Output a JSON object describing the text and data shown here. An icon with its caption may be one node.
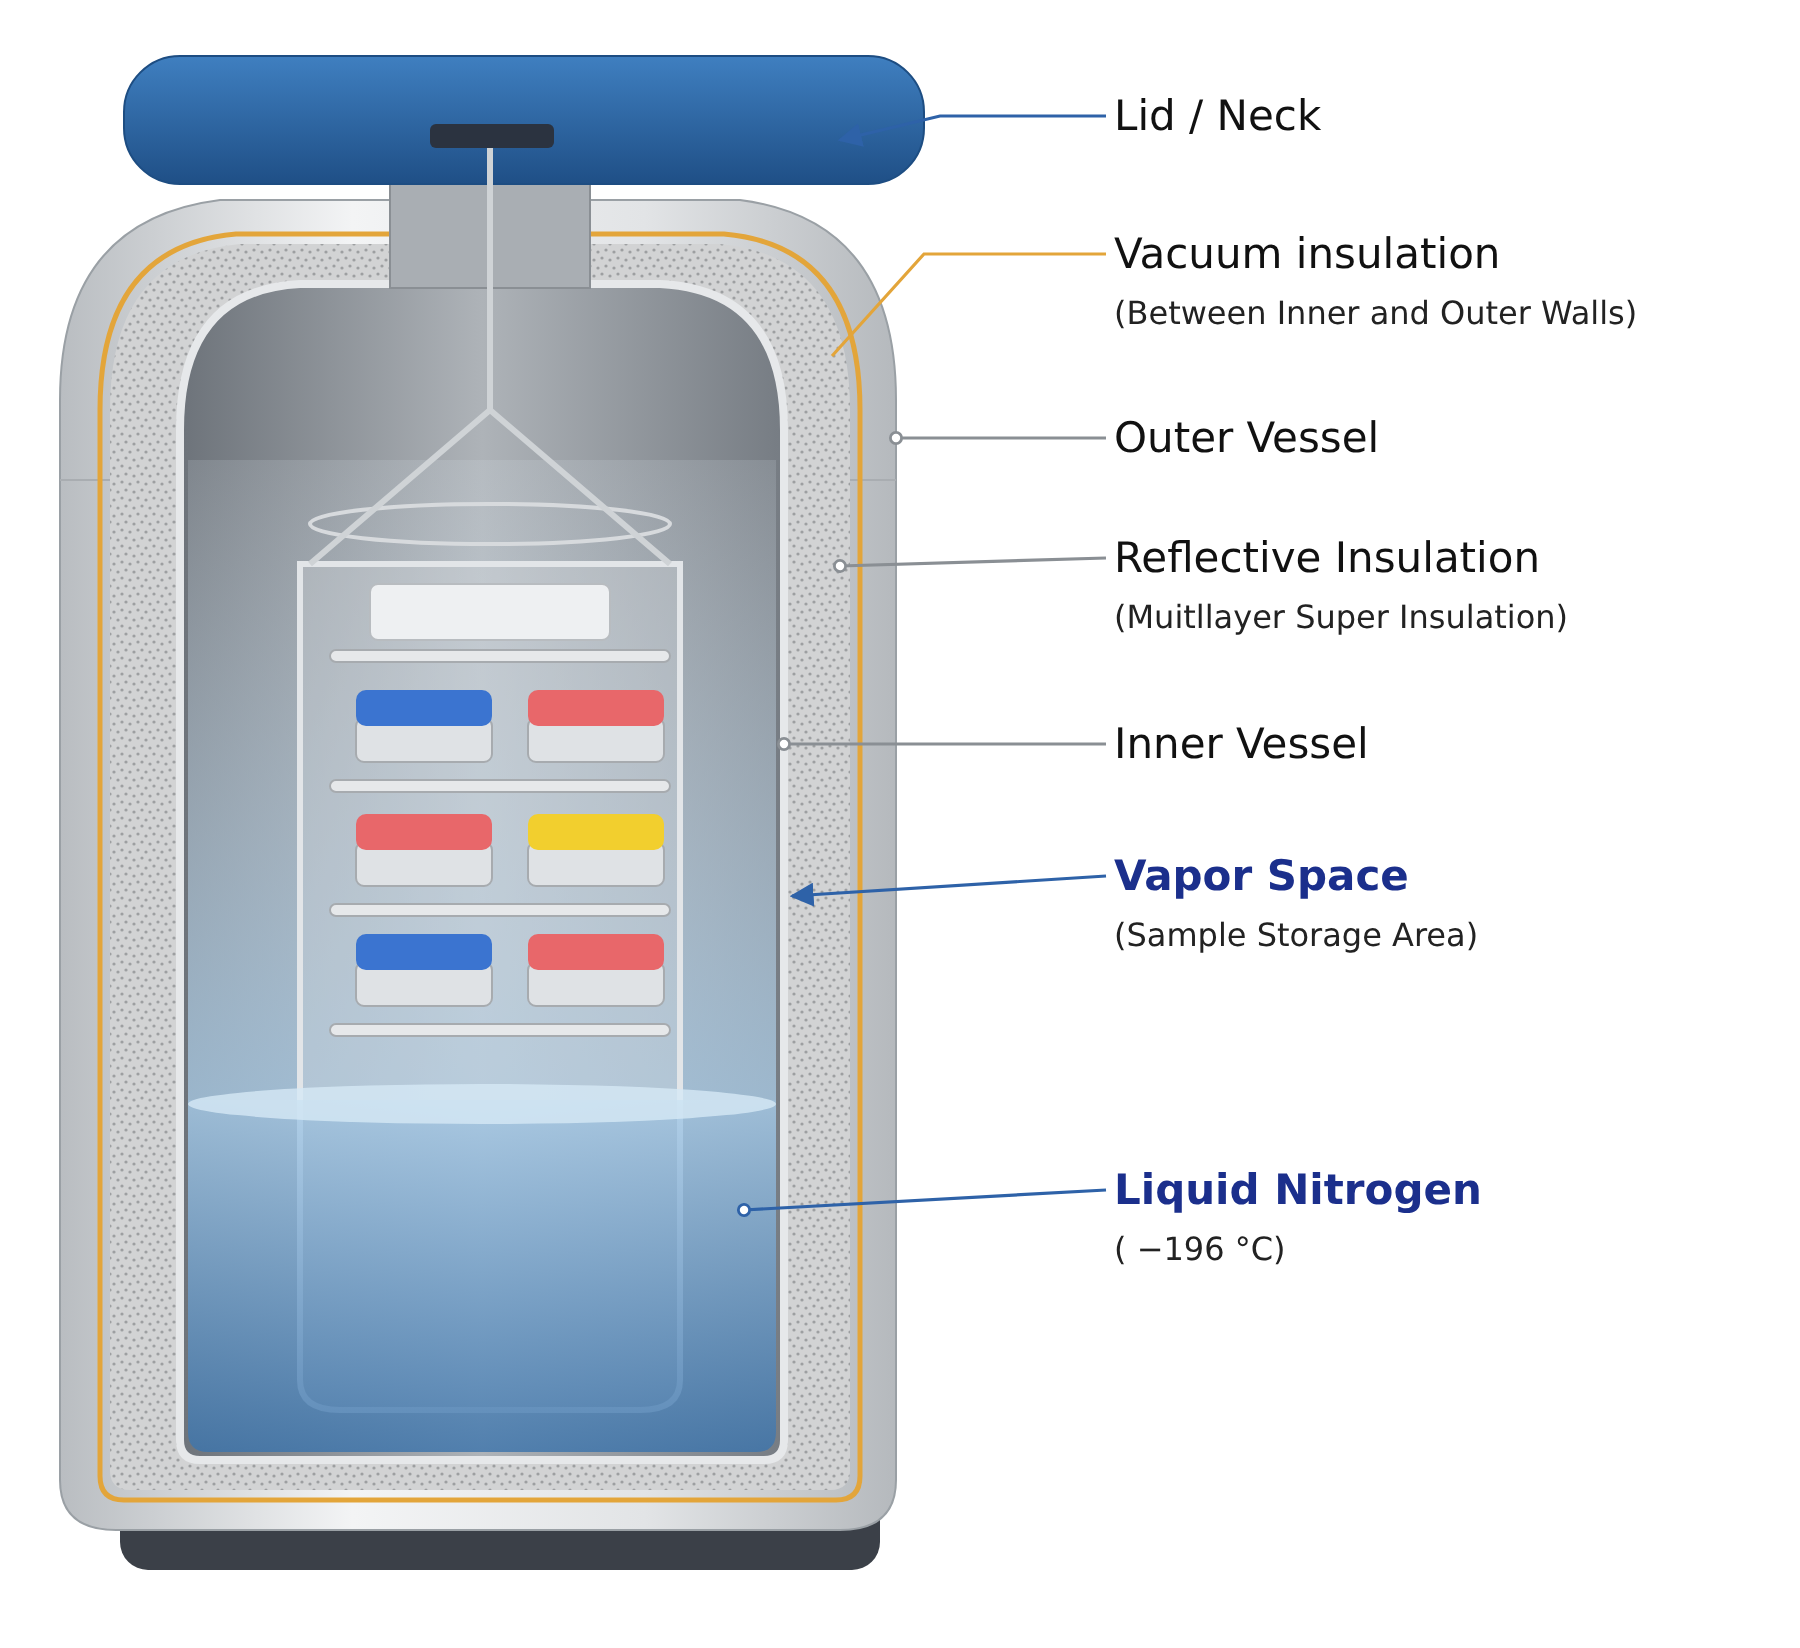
{
  "diagram": {
    "nodes": [
      {
        "text": [
          "Lid / Neck"
        ]
      },
      {
        "text": [
          "Vacuum insulation",
          "(Between Inner and Outer Walls)"
        ]
      },
      {
        "text": [
          "Outer Vessel"
        ]
      },
      {
        "text": [
          "Reflective Insulation",
          "(Muitllayer Super Insulation)"
        ]
      },
      {
        "text": [
          "Inner Vessel"
        ]
      },
      {
        "text": [
          "Vapor Space",
          "(Sample Storage Area)"
        ]
      },
      {
        "text": [
          "Liquid Nitrogen",
          "( −196 °C)"
        ]
      },
      {
        "text": [],
        "shape": "picture"
      },
      {
        "text": [],
        "shape": "picture",
        "in": 9
      },
      {
        "text": [],
        "shape": "picture"
      },
      {
        "text": [],
        "shape": "picture",
        "in": 9
      },
      {
        "text": [],
        "shape": "picture",
        "in": 10
      },
      {
        "text": [],
        "shape": "picture",
        "in": 11
      },
      {
        "text": [],
        "shape": "picture",
        "in": 11
      }
    ],
    "edges": [
      {
        "from": 0,
        "to": 7,
        "arrow": "to",
        "color": "#2e62a8"
      },
      {
        "from": 1,
        "to": 8,
        "arrow": "none",
        "color": "#e3a53a"
      },
      {
        "from": 2,
        "to": 9,
        "arrow": "other",
        "color": "#8a8f94"
      },
      {
        "from": 3,
        "to": 10,
        "arrow": "other",
        "color": "#8a8f94"
      },
      {
        "from": 4,
        "to": 11,
        "arrow": "other",
        "color": "#8a8f94"
      },
      {
        "from": 5,
        "to": 12,
        "arrow": "to",
        "color": "#2e62a8"
      },
      {
        "from": 6,
        "to": 13,
        "arrow": "other",
        "color": "#2e62a8"
      }
    ]
  }
}
